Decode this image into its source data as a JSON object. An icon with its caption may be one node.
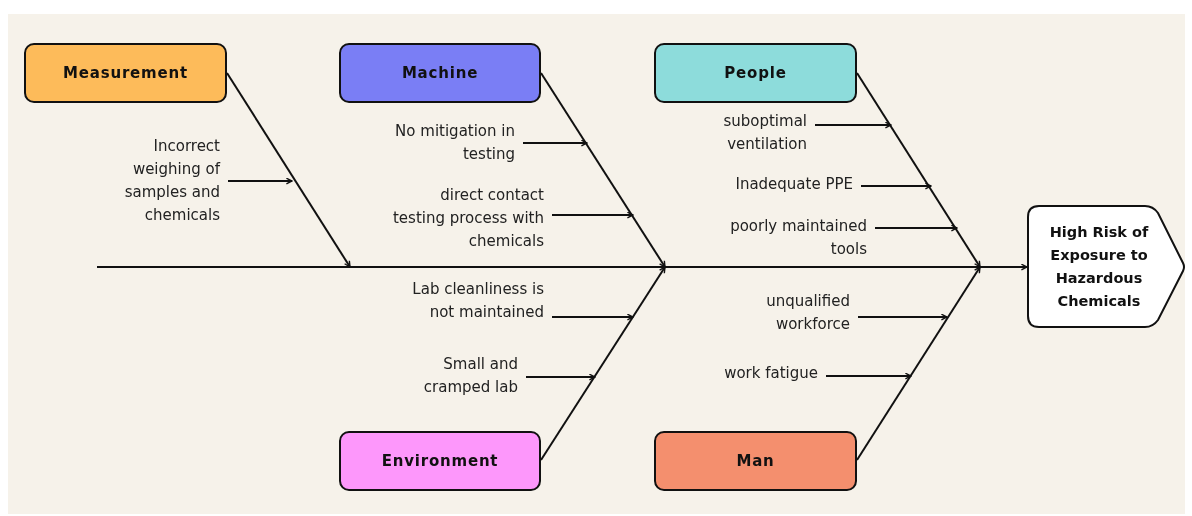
{
  "diagram": {
    "nodes": [
      {
        "text": [
          "Measurement"
        ]
      },
      {
        "text": [
          "Machine"
        ]
      },
      {
        "text": [
          "People"
        ]
      },
      {
        "text": [
          "Environment"
        ]
      },
      {
        "text": [
          "Man"
        ]
      },
      {
        "text": [
          "High Risk of Exposure to Hazardous Chemicals"
        ]
      },
      {
        "text": [
          "Incorrect weighing of samples and chemicals"
        ]
      },
      {
        "text": [
          "No mitigation in testing"
        ]
      },
      {
        "text": [
          "direct contact testing process with chemicals"
        ]
      },
      {
        "text": [
          "suboptimal ventilation"
        ]
      },
      {
        "text": [
          "Inadequate PPE"
        ]
      },
      {
        "text": [
          "poorly maintained tools"
        ]
      },
      {
        "text": [
          "Lab cleanliness is not maintained"
        ]
      },
      {
        "text": [
          "Small and cramped lab"
        ]
      },
      {
        "text": [
          "unqualified workforce"
        ]
      },
      {
        "text": [
          "work fatigue"
        ]
      }
    ],
    "edges": [
      {
        "from": null,
        "to": 5,
        "arrow": "to"
      },
      {
        "from": 0,
        "to": null,
        "arrow": "to"
      },
      {
        "from": 1,
        "to": null,
        "arrow": "to"
      },
      {
        "from": 2,
        "to": null,
        "arrow": "to"
      },
      {
        "from": 3,
        "to": null,
        "arrow": "to"
      },
      {
        "from": 4,
        "to": null,
        "arrow": "to"
      },
      {
        "from": 6,
        "to": null,
        "arrow": "to"
      },
      {
        "from": 7,
        "to": null,
        "arrow": "to"
      },
      {
        "from": 8,
        "to": null,
        "arrow": "to"
      },
      {
        "from": 9,
        "to": null,
        "arrow": "to"
      },
      {
        "from": 10,
        "to": null,
        "arrow": "to"
      },
      {
        "from": 11,
        "to": null,
        "arrow": "to"
      },
      {
        "from": 12,
        "to": null,
        "arrow": "to"
      },
      {
        "from": 13,
        "to": null,
        "arrow": "to"
      },
      {
        "from": 14,
        "to": null,
        "arrow": "to"
      },
      {
        "from": 15,
        "to": null,
        "arrow": "to"
      }
    ]
  }
}
